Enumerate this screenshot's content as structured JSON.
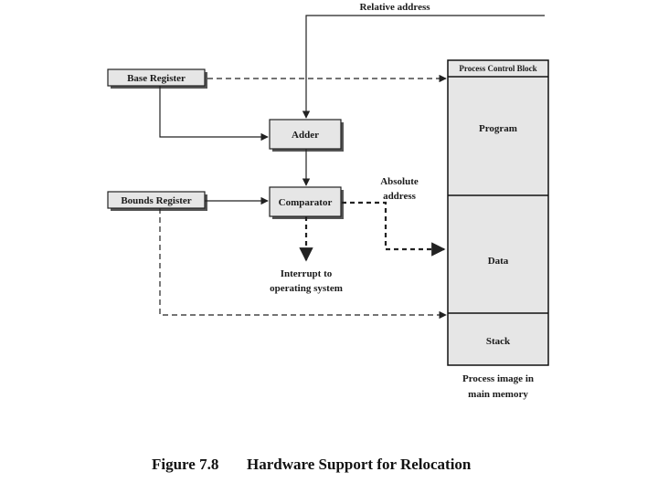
{
  "labels": {
    "relative_address": "Relative address",
    "base_register": "Base Register",
    "bounds_register": "Bounds Register",
    "adder": "Adder",
    "comparator": "Comparator",
    "absolute_address_line1": "Absolute",
    "absolute_address_line2": "address",
    "interrupt_line1": "Interrupt to",
    "interrupt_line2": "operating system",
    "pcb": "Process Control Block",
    "program": "Program",
    "data": "Data",
    "stack": "Stack",
    "process_image_line1": "Process image in",
    "process_image_line2": "main memory"
  },
  "caption": {
    "figure_number": "Figure 7.8",
    "title": "Hardware Support for Relocation"
  }
}
